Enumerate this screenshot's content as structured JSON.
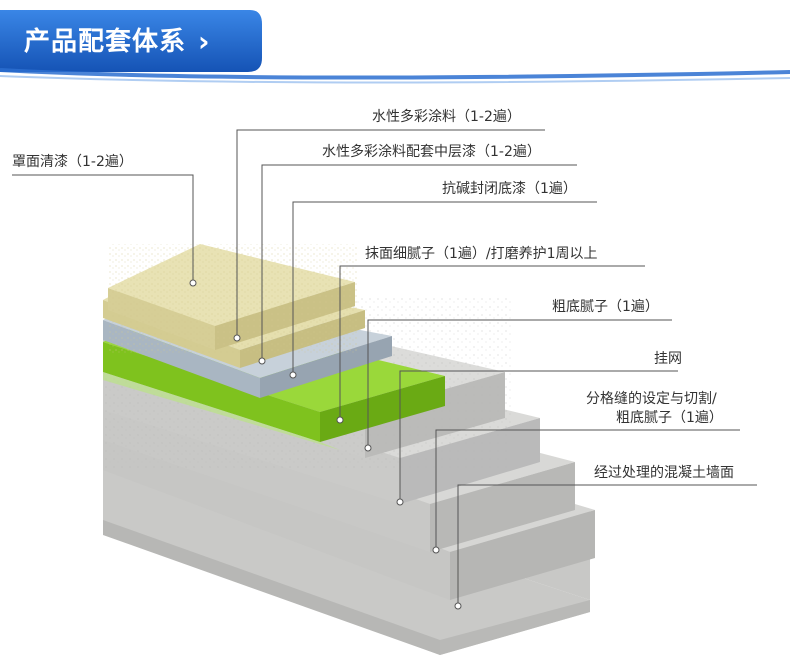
{
  "header": {
    "title": "产品配套体系",
    "arrow_icon": "chevron-right-icon",
    "accent": "#1e63c9"
  },
  "layers": [
    {
      "id": "topcoat",
      "label": "罩面清漆（1-2遍）"
    },
    {
      "id": "multicolor",
      "label": "水性多彩涂料（1-2遍）"
    },
    {
      "id": "midcoat",
      "label": "水性多彩涂料配套中层漆（1-2遍）"
    },
    {
      "id": "sealer",
      "label": "抗碱封闭底漆（1遍）"
    },
    {
      "id": "fine-putty",
      "label": "抹面细腻子（1遍）/打磨养护1周以上"
    },
    {
      "id": "coarse-putty",
      "label": "粗底腻子（1遍）"
    },
    {
      "id": "mesh",
      "label": "挂网"
    },
    {
      "id": "joints",
      "label_line1": "分格缝的设定与切割/",
      "label_line2": "粗底腻子（1遍）"
    },
    {
      "id": "substrate",
      "label": "经过处理的混凝土墙面"
    }
  ],
  "colors": {
    "stone": "#d3d3d1",
    "stone_side": "#c2c2c0",
    "stone_front": "#bdbdbb",
    "green": "#8fd12a",
    "blue_grey": "#bcc8d2",
    "yellow": "#e3dca7"
  }
}
